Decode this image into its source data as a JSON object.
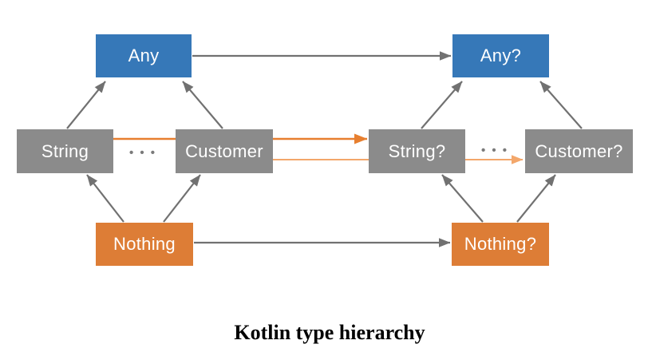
{
  "diagram": {
    "caption": "Kotlin type hierarchy",
    "nodes": {
      "any": {
        "label": "Any"
      },
      "string": {
        "label": "String"
      },
      "customer": {
        "label": "Customer"
      },
      "nothing": {
        "label": "Nothing"
      },
      "any_nullable": {
        "label": "Any?"
      },
      "string_nullable": {
        "label": "String?"
      },
      "customer_nullable": {
        "label": "Customer?"
      },
      "nothing_nullable": {
        "label": "Nothing?"
      }
    },
    "ellipsis": {
      "glyph": "• • •"
    },
    "colors": {
      "background": "#ffffff",
      "non_null_top": "#3678b8",
      "gray_node": "#8b8b8b",
      "bottom_node": "#dd7d36",
      "node_text": "#ffffff",
      "arrow_gray": "#717171",
      "arrow_orange_strong": "#e77f2f",
      "arrow_orange_light": "#f3a76b",
      "ellipsis_dots": "#7a7a7a",
      "caption_text": "#000000"
    }
  }
}
